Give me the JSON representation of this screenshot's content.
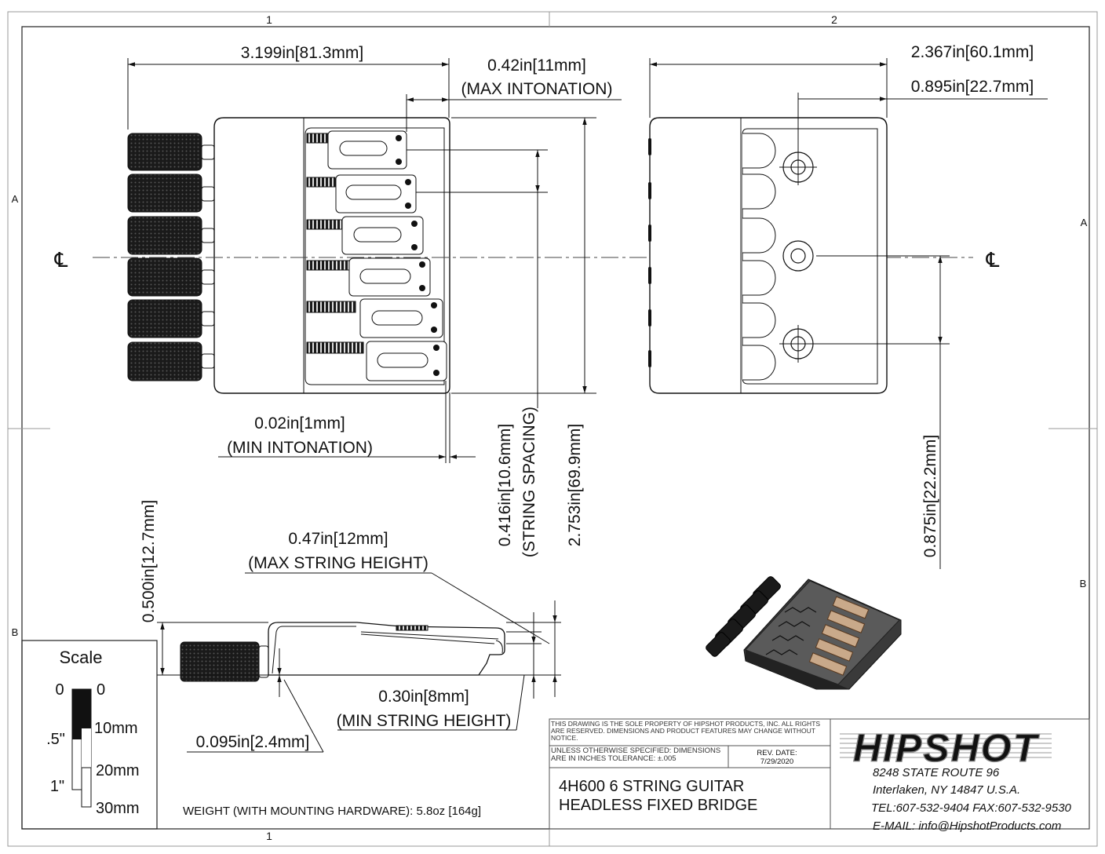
{
  "border": {
    "zone_top_1": "1",
    "zone_top_2": "2",
    "zone_bottom_1": "1",
    "zone_left_a": "A",
    "zone_left_b": "B",
    "zone_right_a": "A",
    "zone_right_b": "B"
  },
  "top_view": {
    "width_dim": "3.199in[81.3mm]",
    "max_intonation_dim": "0.42in[11mm]",
    "max_intonation_label": "(MAX INTONATION)",
    "min_intonation_dim": "0.02in[1mm]",
    "min_intonation_label": "(MIN INTONATION)",
    "string_spacing_dim": "0.416in[10.6mm]",
    "string_spacing_label": "(STRING SPACING)",
    "height_dim": "2.753in[69.9mm]",
    "centerline": "℄"
  },
  "bottom_view": {
    "width_dim": "2.367in[60.1mm]",
    "hole_offset_dim": "0.895in[22.7mm]",
    "hole_spacing_dim": "0.875in[22.2mm]",
    "centerline": "℄"
  },
  "side_view": {
    "height_dim": "0.500in[12.7mm]",
    "max_string_height_dim": "0.47in[12mm]",
    "max_string_height_label": "(MAX STRING HEIGHT)",
    "min_string_height_dim": "0.30in[8mm]",
    "min_string_height_label": "(MIN STRING HEIGHT)",
    "base_dim": "0.095in[2.4mm]",
    "weight": "WEIGHT (WITH MOUNTING HARDWARE): 5.8oz [164g]"
  },
  "scale": {
    "title": "Scale",
    "in_0": "0",
    "in_half": ".5\"",
    "in_1": "1\"",
    "mm_0": "0",
    "mm_10": "10mm",
    "mm_20": "20mm",
    "mm_30": "30mm"
  },
  "title_block": {
    "notice": "THIS DRAWING IS THE SOLE PROPERTY OF HIPSHOT PRODUCTS, INC. ALL RIGHTS ARE RESERVED. DIMENSIONS AND PRODUCT FEATURES MAY CHANGE WITHOUT NOTICE.",
    "tolerance": "UNLESS OTHERWISE SPECIFIED: DIMENSIONS ARE IN INCHES TOLERANCE: ±.005",
    "rev_label": "REV. DATE:",
    "rev_date": "7/29/2020",
    "product_line1": "4H600 6 STRING GUITAR",
    "product_line2": "HEADLESS FIXED BRIDGE",
    "logo": "HIPSHOT",
    "address1": "8248 STATE ROUTE 96",
    "address2": "Interlaken, NY 14847 U.S.A.",
    "phone": "TEL:607-532-9404 FAX:607-532-9530",
    "email": "E-MAIL: info@HipshotProducts.com"
  }
}
